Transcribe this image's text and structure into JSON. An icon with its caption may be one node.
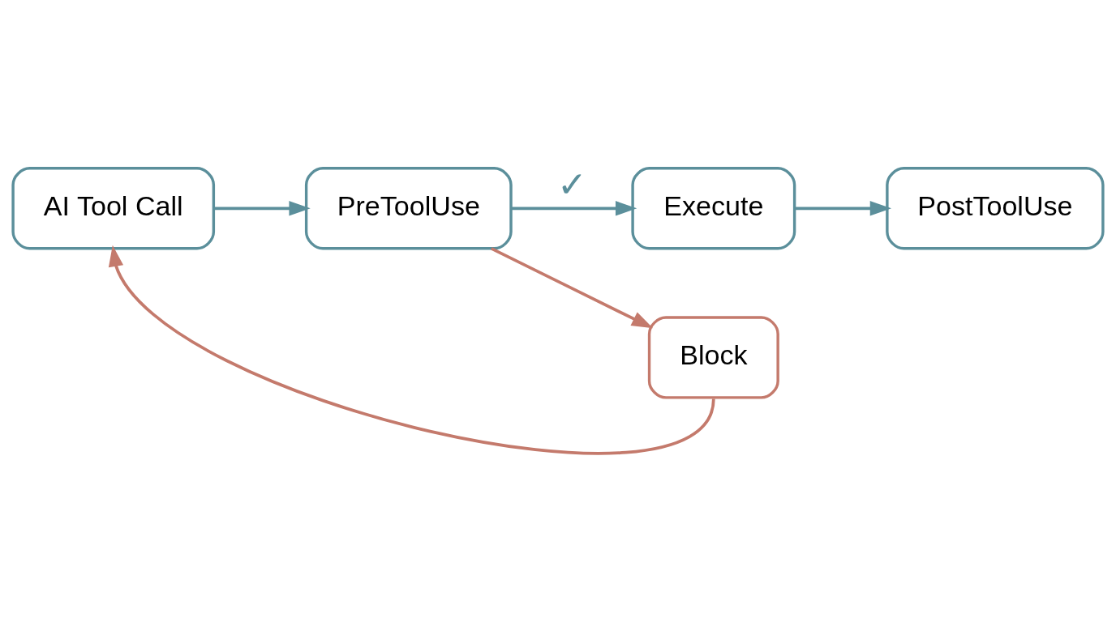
{
  "diagram": {
    "nodes": [
      {
        "text": [
          "AI Tool Call"
        ]
      },
      {
        "text": [
          "PreToolUse"
        ]
      },
      {
        "text": [
          "Block"
        ]
      },
      {
        "text": [
          "Execute"
        ]
      },
      {
        "text": [
          "PostToolUse"
        ]
      }
    ],
    "edges": [
      {
        "from": 0,
        "to": 1,
        "arrow": "to"
      },
      {
        "from": 1,
        "to": 3,
        "arrow": "to",
        "label": "✓"
      },
      {
        "from": 1,
        "to": 2,
        "arrow": "to",
        "color": "#c47a6c"
      },
      {
        "from": 2,
        "to": 0,
        "arrow": "to",
        "color": "#c47a6c"
      },
      {
        "from": 3,
        "to": 4,
        "arrow": "to"
      }
    ]
  }
}
